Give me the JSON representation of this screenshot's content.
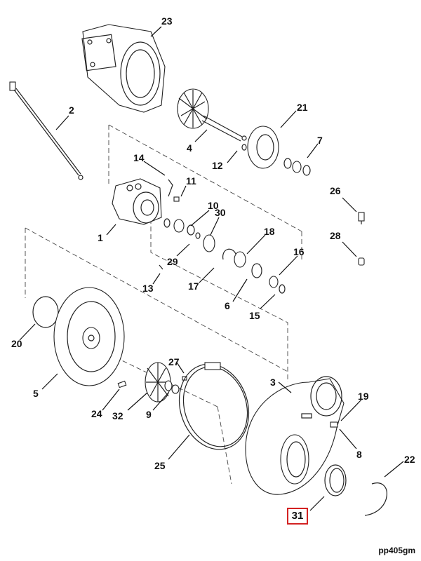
{
  "callouts": {
    "p1": "1",
    "p2": "2",
    "p3": "3",
    "p4": "4",
    "p5": "5",
    "p6": "6",
    "p7": "7",
    "p8": "8",
    "p9": "9",
    "p10": "10",
    "p11": "11",
    "p12": "12",
    "p13": "13",
    "p14": "14",
    "p15": "15",
    "p16": "16",
    "p17": "17",
    "p18": "18",
    "p19": "19",
    "p20": "20",
    "p21": "21",
    "p22": "22",
    "p23": "23",
    "p24": "24",
    "p25": "25",
    "p26": "26",
    "p27": "27",
    "p28": "28",
    "p29": "29",
    "p30": "30",
    "p32": "32"
  },
  "highlighted_callout": "31",
  "highlight_color": "#d32222",
  "figure_reference": "pp405gm"
}
